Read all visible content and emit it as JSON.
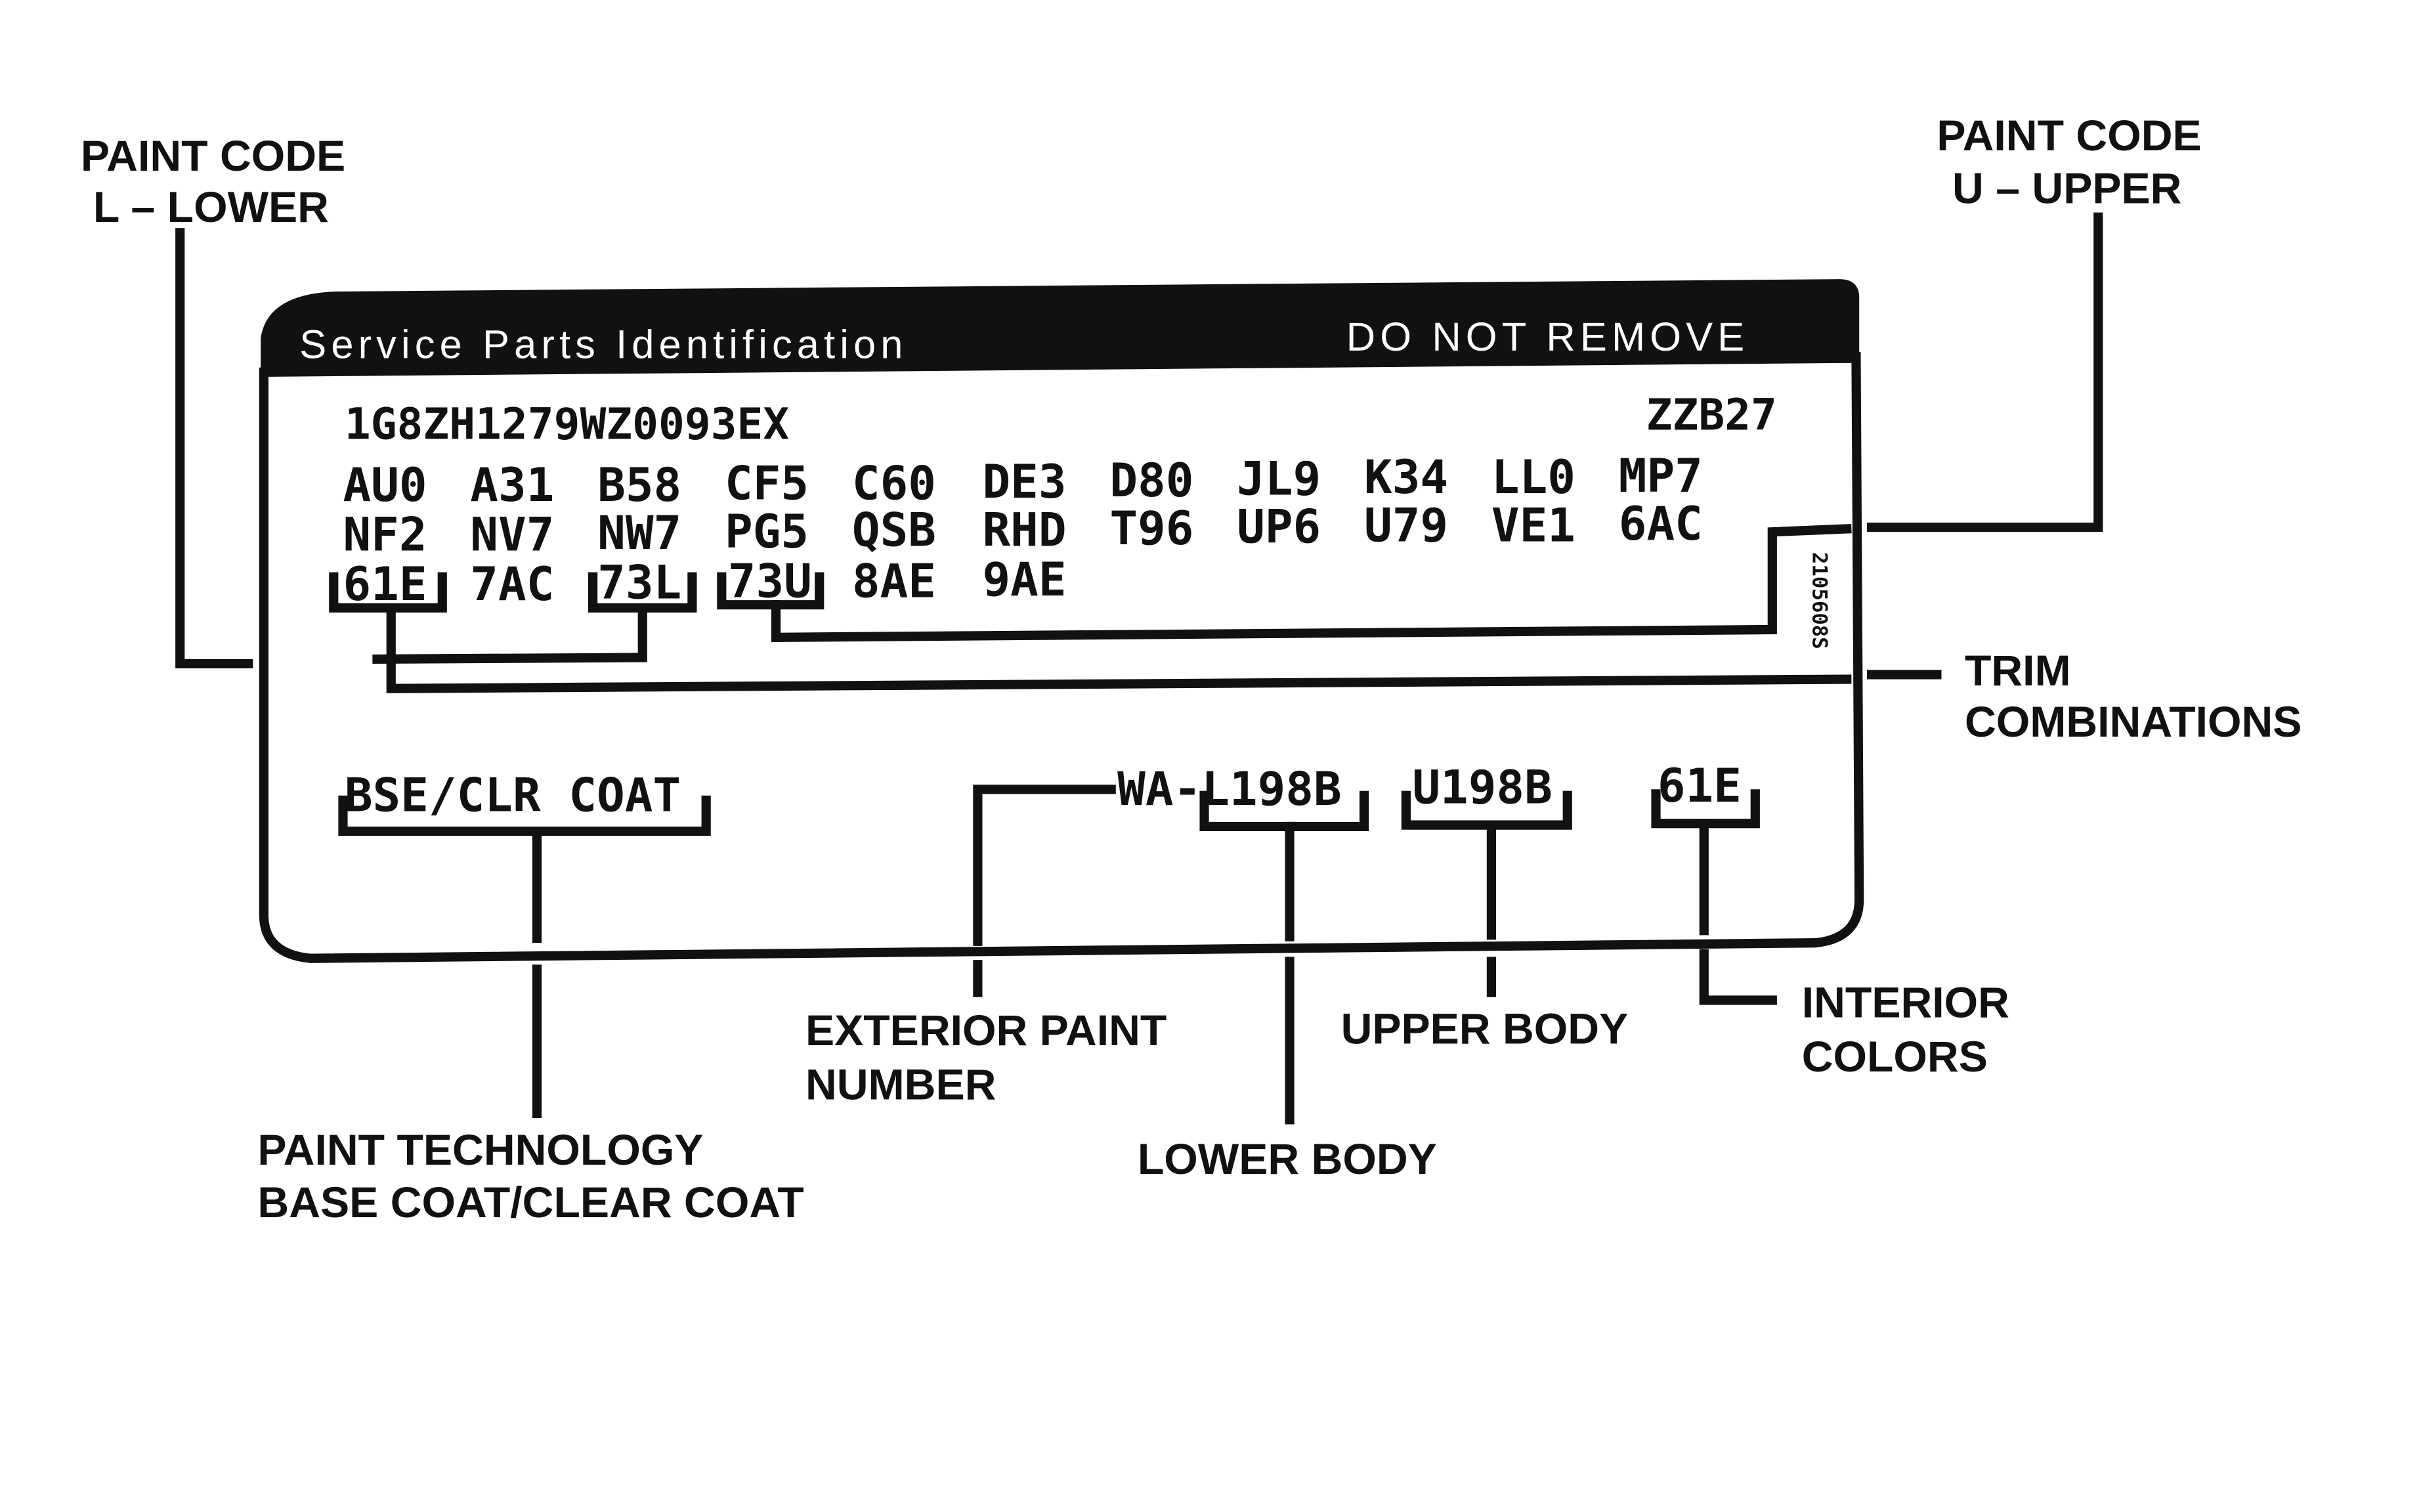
{
  "label": {
    "header_left": "Service Parts Identification",
    "header_right": "DO NOT REMOVE",
    "vin": "1G8ZH1279WZ0093EX",
    "model_code": "ZZB27",
    "option_rows": [
      [
        "AU0",
        "A31",
        "B58",
        "CF5",
        "C60",
        "DE3",
        "D80",
        "JL9",
        "K34",
        "LL0",
        "MP7"
      ],
      [
        "NF2",
        "NV7",
        "NW7",
        "PG5",
        "QSB",
        "RHD",
        "T96",
        "UP6",
        "U79",
        "VE1",
        "6AC"
      ],
      [
        "61E",
        "7AC",
        "73L",
        "73U",
        "8AE",
        "9AE"
      ]
    ],
    "side_code": "2105608S",
    "paint_technology": "BSE/CLR COAT",
    "exterior_paint": "WA-L198B",
    "upper_body": "U198B",
    "interior": "61E"
  },
  "callouts": {
    "paint_code_lower": [
      "PAINT CODE",
      "L – LOWER"
    ],
    "paint_code_upper": [
      "PAINT CODE",
      "U – UPPER"
    ],
    "trim_combinations": [
      "TRIM",
      "COMBINATIONS"
    ],
    "paint_technology": [
      "PAINT TECHNOLOGY",
      "BASE COAT/CLEAR COAT"
    ],
    "exterior_paint_number": [
      "EXTERIOR PAINT",
      "NUMBER"
    ],
    "lower_body": "LOWER BODY",
    "upper_body": "UPPER BODY",
    "interior_colors": [
      "INTERIOR",
      "COLORS"
    ]
  }
}
